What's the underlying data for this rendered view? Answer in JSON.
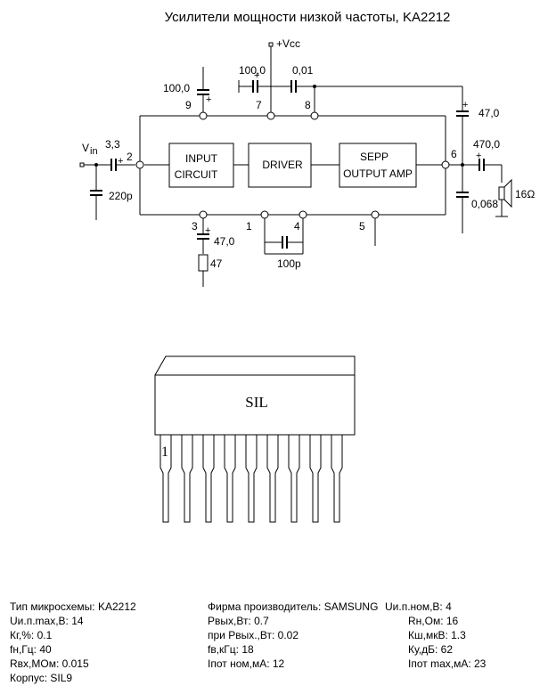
{
  "title": "Усилители мощности низкой частоты, KA2212",
  "schematic": {
    "blocks": {
      "input": [
        "INPUT",
        "CIRCUIT"
      ],
      "driver": "DRIVER",
      "output": [
        "SEPP",
        "OUTPUT  AMP"
      ]
    },
    "supply": "+Vcc",
    "vin_base": "V",
    "vin_sub": "in",
    "components": {
      "c_in": "3,3",
      "c_in_gnd": "220p",
      "c_pin9": "100,0",
      "c_pin7": "100,0",
      "c_pin8": "0,01",
      "c_boot": "47,0",
      "c_out": "470,0",
      "c_zobel": "0,068",
      "speaker": "16Ω",
      "c_pin3": "47,0",
      "r_pin3": "47",
      "c_fb": "100p"
    },
    "pins": {
      "p1": "1",
      "p2": "2",
      "p3": "3",
      "p4": "4",
      "p5": "5",
      "p6": "6",
      "p7": "7",
      "p8": "8",
      "p9": "9"
    }
  },
  "package": {
    "label": "SIL",
    "pin_one": "1"
  },
  "specs": {
    "type": "Тип микросхемы: KA2212",
    "maker": "Фирма производитель: SAMSUNG",
    "u_nom": "Uи.п.ном,В: 4",
    "u_max": "Uи.п.max,В: 14",
    "p_out": "Рвых,Вт: 0.7",
    "r_load": "Rн,Ом: 16",
    "thd": "Кг,%: 0.1",
    "p_out_at": "при Рвых.,Вт: 0.02",
    "noise": "Кш,мкВ: 1.3",
    "f_low": "fн,Гц: 40",
    "f_high": "fв,кГц: 18",
    "gain": "Ку,дБ: 62",
    "r_in": "Rвх,МОм: 0.015",
    "i_nom": "Iпот ном,мА: 12",
    "i_max": "Iпот max,мА: 23",
    "package": "Корпус: SIL9"
  }
}
